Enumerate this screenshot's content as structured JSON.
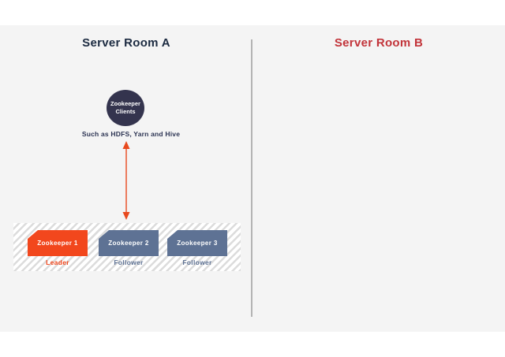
{
  "rooms": {
    "a": {
      "title": "Server Room A",
      "clients_circle": {
        "line1": "Zookeeper",
        "line2": "Clients"
      },
      "caption": "Such as HDFS, Yarn and Hive",
      "ensemble": {
        "nodes": [
          {
            "name": "Zookeeper 1",
            "role": "Leader"
          },
          {
            "name": "Zookeeper 2",
            "role": "Follower"
          },
          {
            "name": "Zookeeper 3",
            "role": "Follower"
          }
        ]
      }
    },
    "b": {
      "title": "Server Room B"
    }
  },
  "colors": {
    "slide_background": "#f4f4f4",
    "room_a_title": "#1b2a40",
    "room_b_title": "#c2343a",
    "divider": "#b3b3b3",
    "clients_circle": "#34344e",
    "arrow": "#e8491e",
    "leader": "#f2471d",
    "follower": "#5e7294"
  }
}
